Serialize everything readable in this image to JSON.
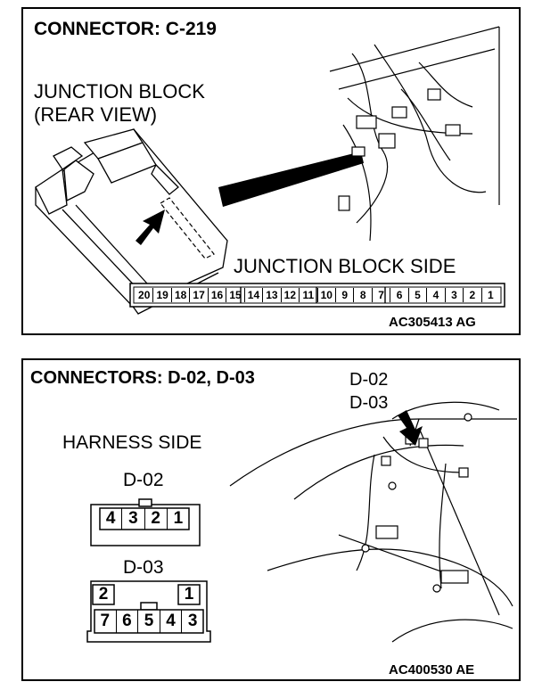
{
  "panel1": {
    "title": "CONNECTOR: C-219",
    "subtitle_line1": "JUNCTION BLOCK",
    "subtitle_line2": "(REAR VIEW)",
    "side_label": "JUNCTION BLOCK SIDE",
    "pins": [
      "20",
      "19",
      "18",
      "17",
      "16",
      "15",
      "14",
      "13",
      "12",
      "11",
      "10",
      "9",
      "8",
      "7",
      "6",
      "5",
      "4",
      "3",
      "2",
      "1"
    ],
    "code": "AC305413 AG"
  },
  "panel2": {
    "title": "CONNECTORS: D-02, D-03",
    "harness_label": "HARNESS SIDE",
    "car_label_1": "D-02",
    "car_label_2": "D-03",
    "d02_label": "D-02",
    "d02_pins": [
      "4",
      "3",
      "2",
      "1"
    ],
    "d03_label": "D-03",
    "d03_top_pins": [
      "2",
      "1"
    ],
    "d03_bottom_pins": [
      "7",
      "6",
      "5",
      "4",
      "3"
    ],
    "code": "AC400530 AE"
  }
}
